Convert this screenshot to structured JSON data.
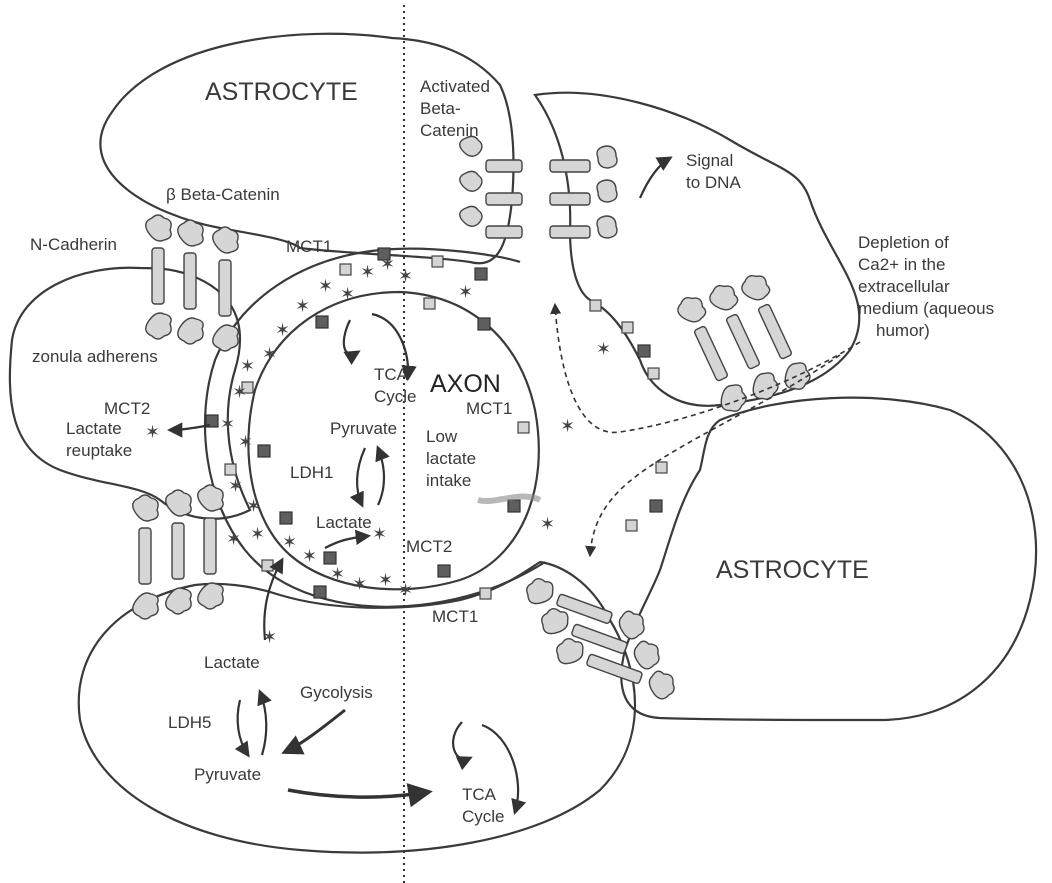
{
  "labels": {
    "astrocyte_top": "ASTROCYTE",
    "astrocyte_right": "ASTROCYTE",
    "axon": "AXON",
    "activated_beta_catenin": [
      "Activated",
      "Beta-",
      "Catenin"
    ],
    "signal_to_dna": [
      "Signal",
      "to DNA"
    ],
    "depletion": [
      "Depletion of",
      "Ca2+ in the",
      "extracellular",
      "medium (aqueous",
      "humor)"
    ],
    "beta_catenin": "β Beta-Catenin",
    "n_cadherin": "N-Cadherin",
    "zonula_adherens": "zonula adherens",
    "mct1_top": "MCT1",
    "mct1_right": "MCT1",
    "mct1_bottom": "MCT1",
    "mct2_left": "MCT2",
    "mct2_bottom": "MCT2",
    "lactate_reuptake": [
      "Lactate",
      "reuptake"
    ],
    "tca_axon": [
      "TCA",
      "Cycle"
    ],
    "pyruvate_axon": "Pyruvate",
    "ldh1": "LDH1",
    "lactate_axon": "Lactate",
    "low_lactate": [
      "Low",
      "lactate",
      "intake"
    ],
    "lactate_astro": "Lactate",
    "ldh5": "LDH5",
    "glycolysis": "Gycolysis",
    "pyruvate_astro": "Pyruvate",
    "tca_astro": [
      "TCA",
      "Cycle"
    ]
  },
  "colors": {
    "stroke": "#3a3a3a",
    "transporter_light": "#d4d4d4",
    "transporter_dark": "#5e5e5e",
    "cadherin": "#d6d6d6"
  }
}
